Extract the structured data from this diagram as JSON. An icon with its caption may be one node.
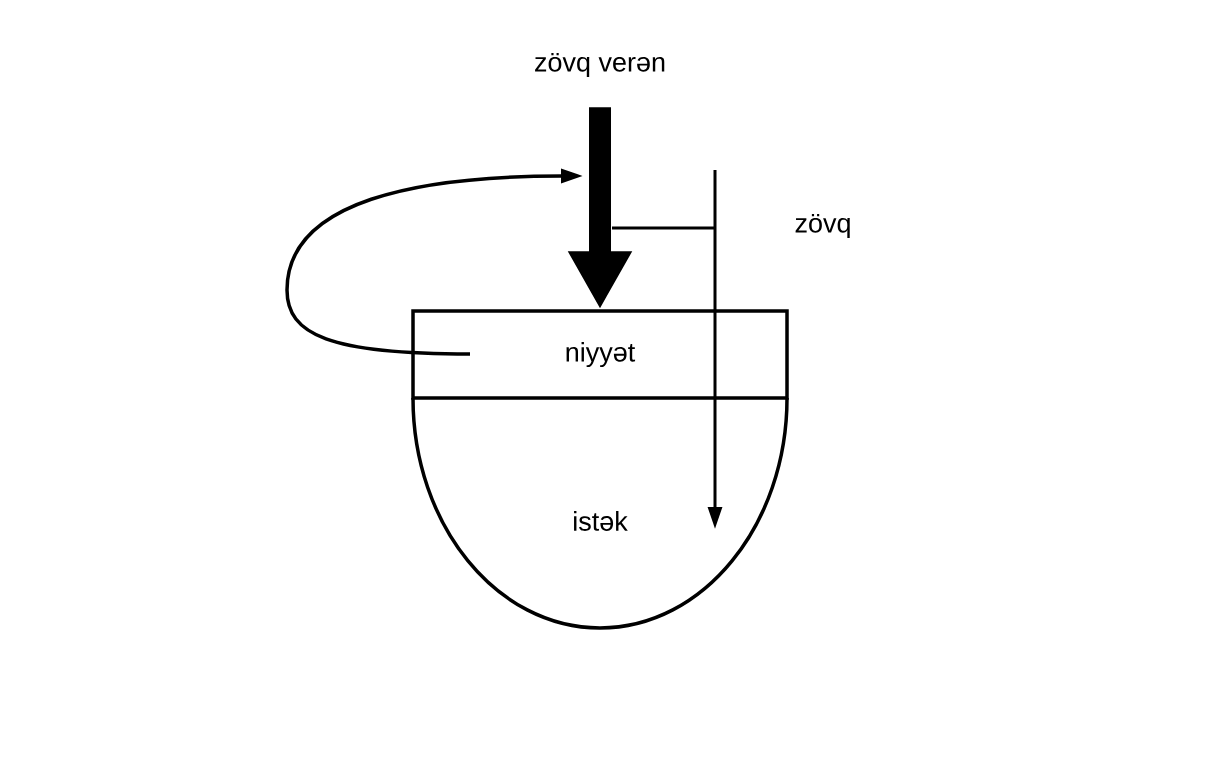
{
  "diagram": {
    "nodes": [
      {
        "text": [
          "zövq verən"
        ]
      },
      {
        "text": [
          "niyyət"
        ]
      },
      {
        "text": [
          "istək"
        ]
      }
    ],
    "edges": [
      {
        "from": 0,
        "to": 1,
        "arrow": "to",
        "style": "thick"
      },
      {
        "from": null,
        "to": 2,
        "arrow": "to",
        "label": "zövq"
      },
      {
        "from": 1,
        "to": null,
        "arrow": "to"
      }
    ]
  }
}
